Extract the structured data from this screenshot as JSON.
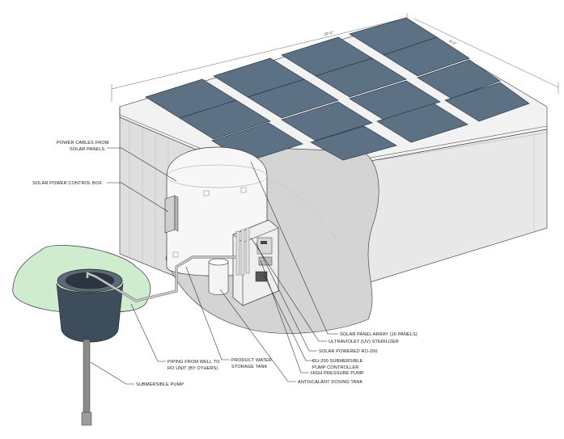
{
  "labels": {
    "power_cables": [
      "POWER CABLES FROM",
      "SOLAR PANELS"
    ],
    "control_box": "SOLAR POWER CONTROL BOX",
    "solar_array": "SOLAR PANEL ARRAY (16 PANELS)",
    "uv_sterilizer": "ULTRAVIOLET (UV) STERILIZER",
    "ro_unit": "SOLAR POWERED RO-200",
    "pump_controller": [
      "CU-200 SUBMERSIBLE",
      "PUMP CONTROLLER"
    ],
    "hp_pump": "HIGH PRESSURE PUMP",
    "dosing_tank": "ANTISCALANT DOSING TANK",
    "product_tank": [
      "PRODUCT WATER",
      "STORAGE TANK"
    ],
    "piping": [
      "PIPING FROM WELL TO",
      "RO UNIT (BY OTHERS)"
    ],
    "sub_pump": "SUBMERSIBLE PUMP"
  },
  "dimensions": {
    "length": "20'-0\"",
    "width": "8'-0\""
  },
  "solar_panel_count": 16,
  "colors": {
    "panel": "#5d7185",
    "container": "#e4e4e4",
    "ground": "#cfeccf",
    "well_casing": "#3e4d5c"
  }
}
